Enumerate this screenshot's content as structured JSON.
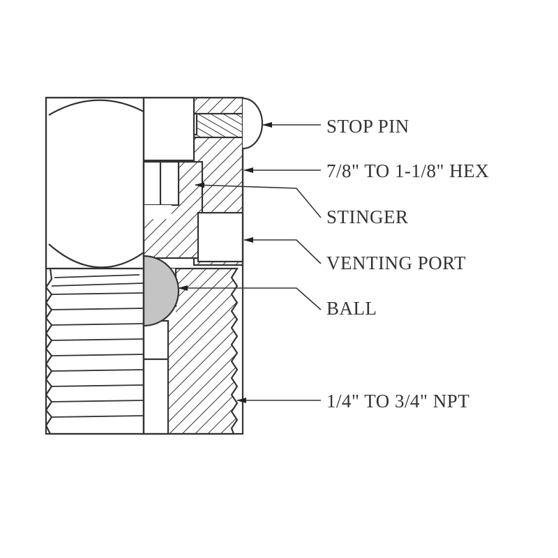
{
  "diagram": {
    "labels": {
      "stop_pin": "STOP PIN",
      "hex": "7/8\" TO 1-1/8\" HEX",
      "stinger": "STINGER",
      "venting_port": "VENTING PORT",
      "ball": "BALL",
      "npt": "1/4\" TO 3/4\" NPT"
    },
    "colors": {
      "line": "#333333",
      "ball": "#c4c4c4",
      "background": "#ffffff"
    }
  }
}
